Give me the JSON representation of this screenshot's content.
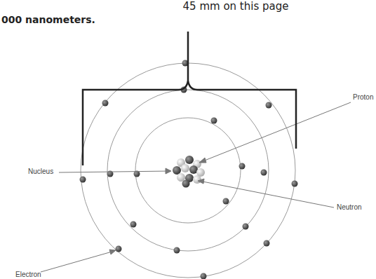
{
  "diagram": {
    "labels": [
      "45 mm on this page",
      "000 nanometers.",
      "Proton",
      "Nucleus",
      "Neutron",
      "Electron"
    ]
  }
}
